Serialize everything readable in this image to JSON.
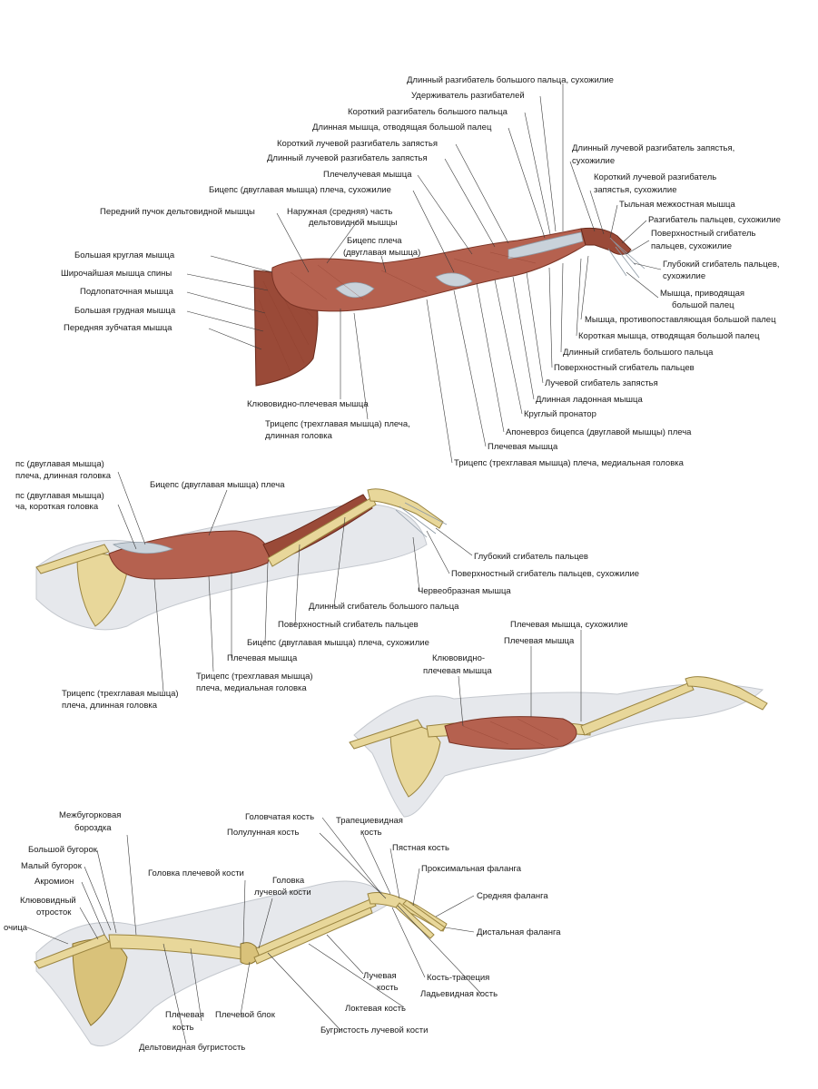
{
  "panel1": {
    "labels": [
      {
        "id": "p1-l01",
        "text": "Длинный разгибатель большого пальца, сухожилие"
      },
      {
        "id": "p1-l02",
        "text": "Удерживатель разгибателей"
      },
      {
        "id": "p1-l03",
        "text": "Короткий разгибатель большого пальца"
      },
      {
        "id": "p1-l04",
        "text": "Длинная мышца, отводящая большой палец"
      },
      {
        "id": "p1-l05",
        "text": "Короткий лучевой разгибатель запястья"
      },
      {
        "id": "p1-l06",
        "text": "Длинный лучевой разгибатель запястья"
      },
      {
        "id": "p1-l07",
        "text": "Плечелучевая мышца"
      },
      {
        "id": "p1-l08",
        "text": "Бицепс (двуглавая мышца) плеча, сухожилие"
      },
      {
        "id": "p1-l09a",
        "text": "Наружная (средняя) часть"
      },
      {
        "id": "p1-l09b",
        "text": "дельтовидной мышцы"
      },
      {
        "id": "p1-l10",
        "text": "Передний пучок дельтовидной мышцы"
      },
      {
        "id": "p1-l11a",
        "text": "Бицепс плеча"
      },
      {
        "id": "p1-l11b",
        "text": "(двуглавая мышца)"
      },
      {
        "id": "p1-l12",
        "text": "Большая круглая мышца"
      },
      {
        "id": "p1-l13",
        "text": "Широчайшая мышца спины"
      },
      {
        "id": "p1-l14",
        "text": "Подлопаточная мышца"
      },
      {
        "id": "p1-l15",
        "text": "Большая грудная мышца"
      },
      {
        "id": "p1-l16",
        "text": "Передняя зубчатая мышца"
      },
      {
        "id": "p1-l17a",
        "text": "Длинный лучевой разгибатель запястья,"
      },
      {
        "id": "p1-l17b",
        "text": "сухожилие"
      },
      {
        "id": "p1-l18a",
        "text": "Короткий лучевой разгибатель"
      },
      {
        "id": "p1-l18b",
        "text": "запястья, сухожилие"
      },
      {
        "id": "p1-l19",
        "text": "Тыльная межкостная мышца"
      },
      {
        "id": "p1-l20",
        "text": "Разгибатель пальцев, сухожилие"
      },
      {
        "id": "p1-l21a",
        "text": "Поверхностный сгибатель"
      },
      {
        "id": "p1-l21b",
        "text": "пальцев, сухожилие"
      },
      {
        "id": "p1-l22a",
        "text": "Глубокий сгибатель пальцев,"
      },
      {
        "id": "p1-l22b",
        "text": "сухожилие"
      },
      {
        "id": "p1-l23a",
        "text": "Мышца, приводящая"
      },
      {
        "id": "p1-l23b",
        "text": "большой палец"
      },
      {
        "id": "p1-l24",
        "text": "Мышца, противопоставляющая большой палец"
      },
      {
        "id": "p1-l25",
        "text": "Короткая мышца, отводящая большой палец"
      },
      {
        "id": "p1-l26",
        "text": "Длинный сгибатель большого пальца"
      },
      {
        "id": "p1-l27",
        "text": "Поверхностный сгибатель пальцев"
      },
      {
        "id": "p1-l28",
        "text": "Лучевой сгибатель запястья"
      },
      {
        "id": "p1-l29",
        "text": "Длинная ладонная мышца"
      },
      {
        "id": "p1-l30",
        "text": "Круглый пронатор"
      },
      {
        "id": "p1-l31",
        "text": "Апоневроз бицепса (двуглавой мышцы) плеча"
      },
      {
        "id": "p1-l32",
        "text": "Плечевая мышца"
      },
      {
        "id": "p1-l33",
        "text": "Трицепс (трехглавая мышца) плеча, медиальная головка"
      },
      {
        "id": "p1-l34",
        "text": "Клювовидно-плечевая мышца"
      },
      {
        "id": "p1-l35a",
        "text": "Трицепс (трехглавая мышца) плеча,"
      },
      {
        "id": "p1-l35b",
        "text": "длинная головка"
      }
    ]
  },
  "panel2": {
    "labels": [
      {
        "id": "p2-l01a",
        "text": "пс (двуглавая мышца)"
      },
      {
        "id": "p2-l01b",
        "text": "плеча, длинная головка"
      },
      {
        "id": "p2-l02a",
        "text": "пс (двуглавая мышца)"
      },
      {
        "id": "p2-l02b",
        "text": "ча, короткая головка"
      },
      {
        "id": "p2-l03",
        "text": "Бицепс (двуглавая мышца) плеча"
      },
      {
        "id": "p2-l04",
        "text": "Глубокий сгибатель пальцев"
      },
      {
        "id": "p2-l05",
        "text": "Поверхностный сгибатель пальцев, сухожилие"
      },
      {
        "id": "p2-l06",
        "text": "Червеобразная мышца"
      },
      {
        "id": "p2-l07",
        "text": "Длинный сгибатель большого пальца"
      },
      {
        "id": "p2-l08",
        "text": "Поверхностный сгибатель пальцев"
      },
      {
        "id": "p2-l09",
        "text": "Бицепс (двуглавая мышца) плеча, сухожилие"
      },
      {
        "id": "p2-l10",
        "text": "Плечевая мышца"
      },
      {
        "id": "p2-l11a",
        "text": "Трицепс (трехглавая мышца)"
      },
      {
        "id": "p2-l11b",
        "text": "плеча, медиальная головка"
      },
      {
        "id": "p2-l12a",
        "text": "Трицепс (трехглавая мышца)"
      },
      {
        "id": "p2-l12b",
        "text": "плеча, длинная головка"
      }
    ]
  },
  "panel3": {
    "labels": [
      {
        "id": "p3-l01",
        "text": "Плечевая мышца, сухожилие"
      },
      {
        "id": "p3-l02",
        "text": "Плечевая мышца"
      },
      {
        "id": "p3-l03a",
        "text": "Клювовидно-"
      },
      {
        "id": "p3-l03b",
        "text": "плечевая мышца"
      }
    ]
  },
  "panel4": {
    "labels": [
      {
        "id": "p4-l01a",
        "text": "Межбугорковая"
      },
      {
        "id": "p4-l01b",
        "text": "бороздка"
      },
      {
        "id": "p4-l02",
        "text": "Большой бугорок"
      },
      {
        "id": "p4-l03",
        "text": "Малый бугорок"
      },
      {
        "id": "p4-l04",
        "text": "Акромион"
      },
      {
        "id": "p4-l05a",
        "text": "Клювовидный"
      },
      {
        "id": "p4-l05b",
        "text": "отросток"
      },
      {
        "id": "p4-l06",
        "text": "очица"
      },
      {
        "id": "p4-l07",
        "text": "Головка плечевой кости"
      },
      {
        "id": "p4-l08a",
        "text": "Головка"
      },
      {
        "id": "p4-l08b",
        "text": "лучевой кости"
      },
      {
        "id": "p4-l09",
        "text": "Головчатая кость"
      },
      {
        "id": "p4-l10",
        "text": "Полулунная кость"
      },
      {
        "id": "p4-l11a",
        "text": "Трапециевидная"
      },
      {
        "id": "p4-l11b",
        "text": "кость"
      },
      {
        "id": "p4-l12",
        "text": "Пястная кость"
      },
      {
        "id": "p4-l13",
        "text": "Проксимальная фаланга"
      },
      {
        "id": "p4-l14",
        "text": "Средняя фаланга"
      },
      {
        "id": "p4-l15",
        "text": "Дистальная фаланга"
      },
      {
        "id": "p4-l16a",
        "text": "Лучевая"
      },
      {
        "id": "p4-l16b",
        "text": "кость"
      },
      {
        "id": "p4-l17",
        "text": "Кость-трапеция"
      },
      {
        "id": "p4-l18",
        "text": "Ладьевидная кость"
      },
      {
        "id": "p4-l19",
        "text": "Локтевая кость"
      },
      {
        "id": "p4-l20",
        "text": "Бугристость лучевой кости"
      },
      {
        "id": "p4-l21",
        "text": "Плечевой блок"
      },
      {
        "id": "p4-l22a",
        "text": "Плечевая"
      },
      {
        "id": "p4-l22b",
        "text": "кость"
      },
      {
        "id": "p4-l23",
        "text": "Дельтовидная бугристость"
      }
    ]
  }
}
